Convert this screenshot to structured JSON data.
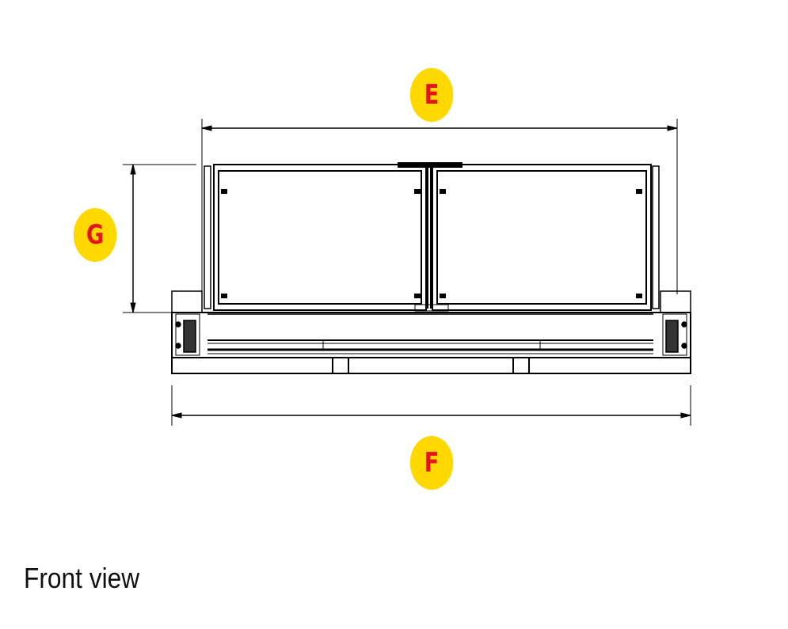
{
  "dimension_labels": {
    "width_top": "E",
    "width_bottom": "F",
    "height": "G"
  },
  "caption": "Front view",
  "colors": {
    "badge": "#FFD800",
    "label": "#E3161B",
    "line": "#000000"
  }
}
